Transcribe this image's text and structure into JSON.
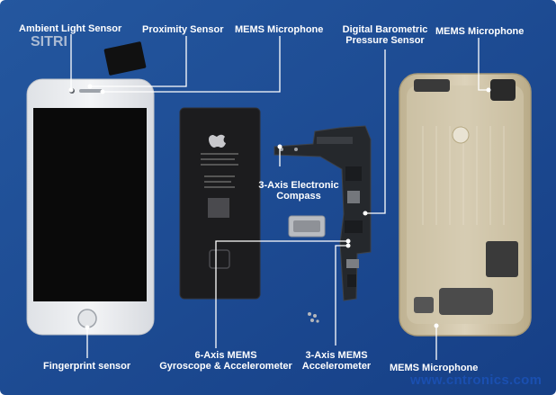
{
  "labels": {
    "ambient_light": "Ambient Light Sensor",
    "proximity": "Proximity Sensor",
    "mems_mic_top": "MEMS Microphone",
    "barometric_line1": "Digital Barometric",
    "barometric_line2": "Pressure Sensor",
    "mems_mic_right": "MEMS Microphone",
    "compass_line1": "3-Axis Electronic",
    "compass_line2": "Compass",
    "fingerprint": "Fingerprint sensor",
    "gyro_line1": "6-Axis MEMS",
    "gyro_line2": "Gyroscope & Accelerometer",
    "accel_line1": "3-Axis MEMS",
    "accel_line2": "Accelerometer",
    "mems_mic_bottom": "MEMS Microphone"
  },
  "logo": "SITRI",
  "watermark": "www.cntronics.com",
  "colors": {
    "background": "#1d4e9c",
    "phone_front": "#eceef1",
    "screen": "#0a0a0a",
    "battery": "#1c1c1e",
    "board": "#25282c",
    "back_case": "#cfc4a8",
    "callout_line": "#ffffff",
    "label_text": "#ffffff"
  }
}
